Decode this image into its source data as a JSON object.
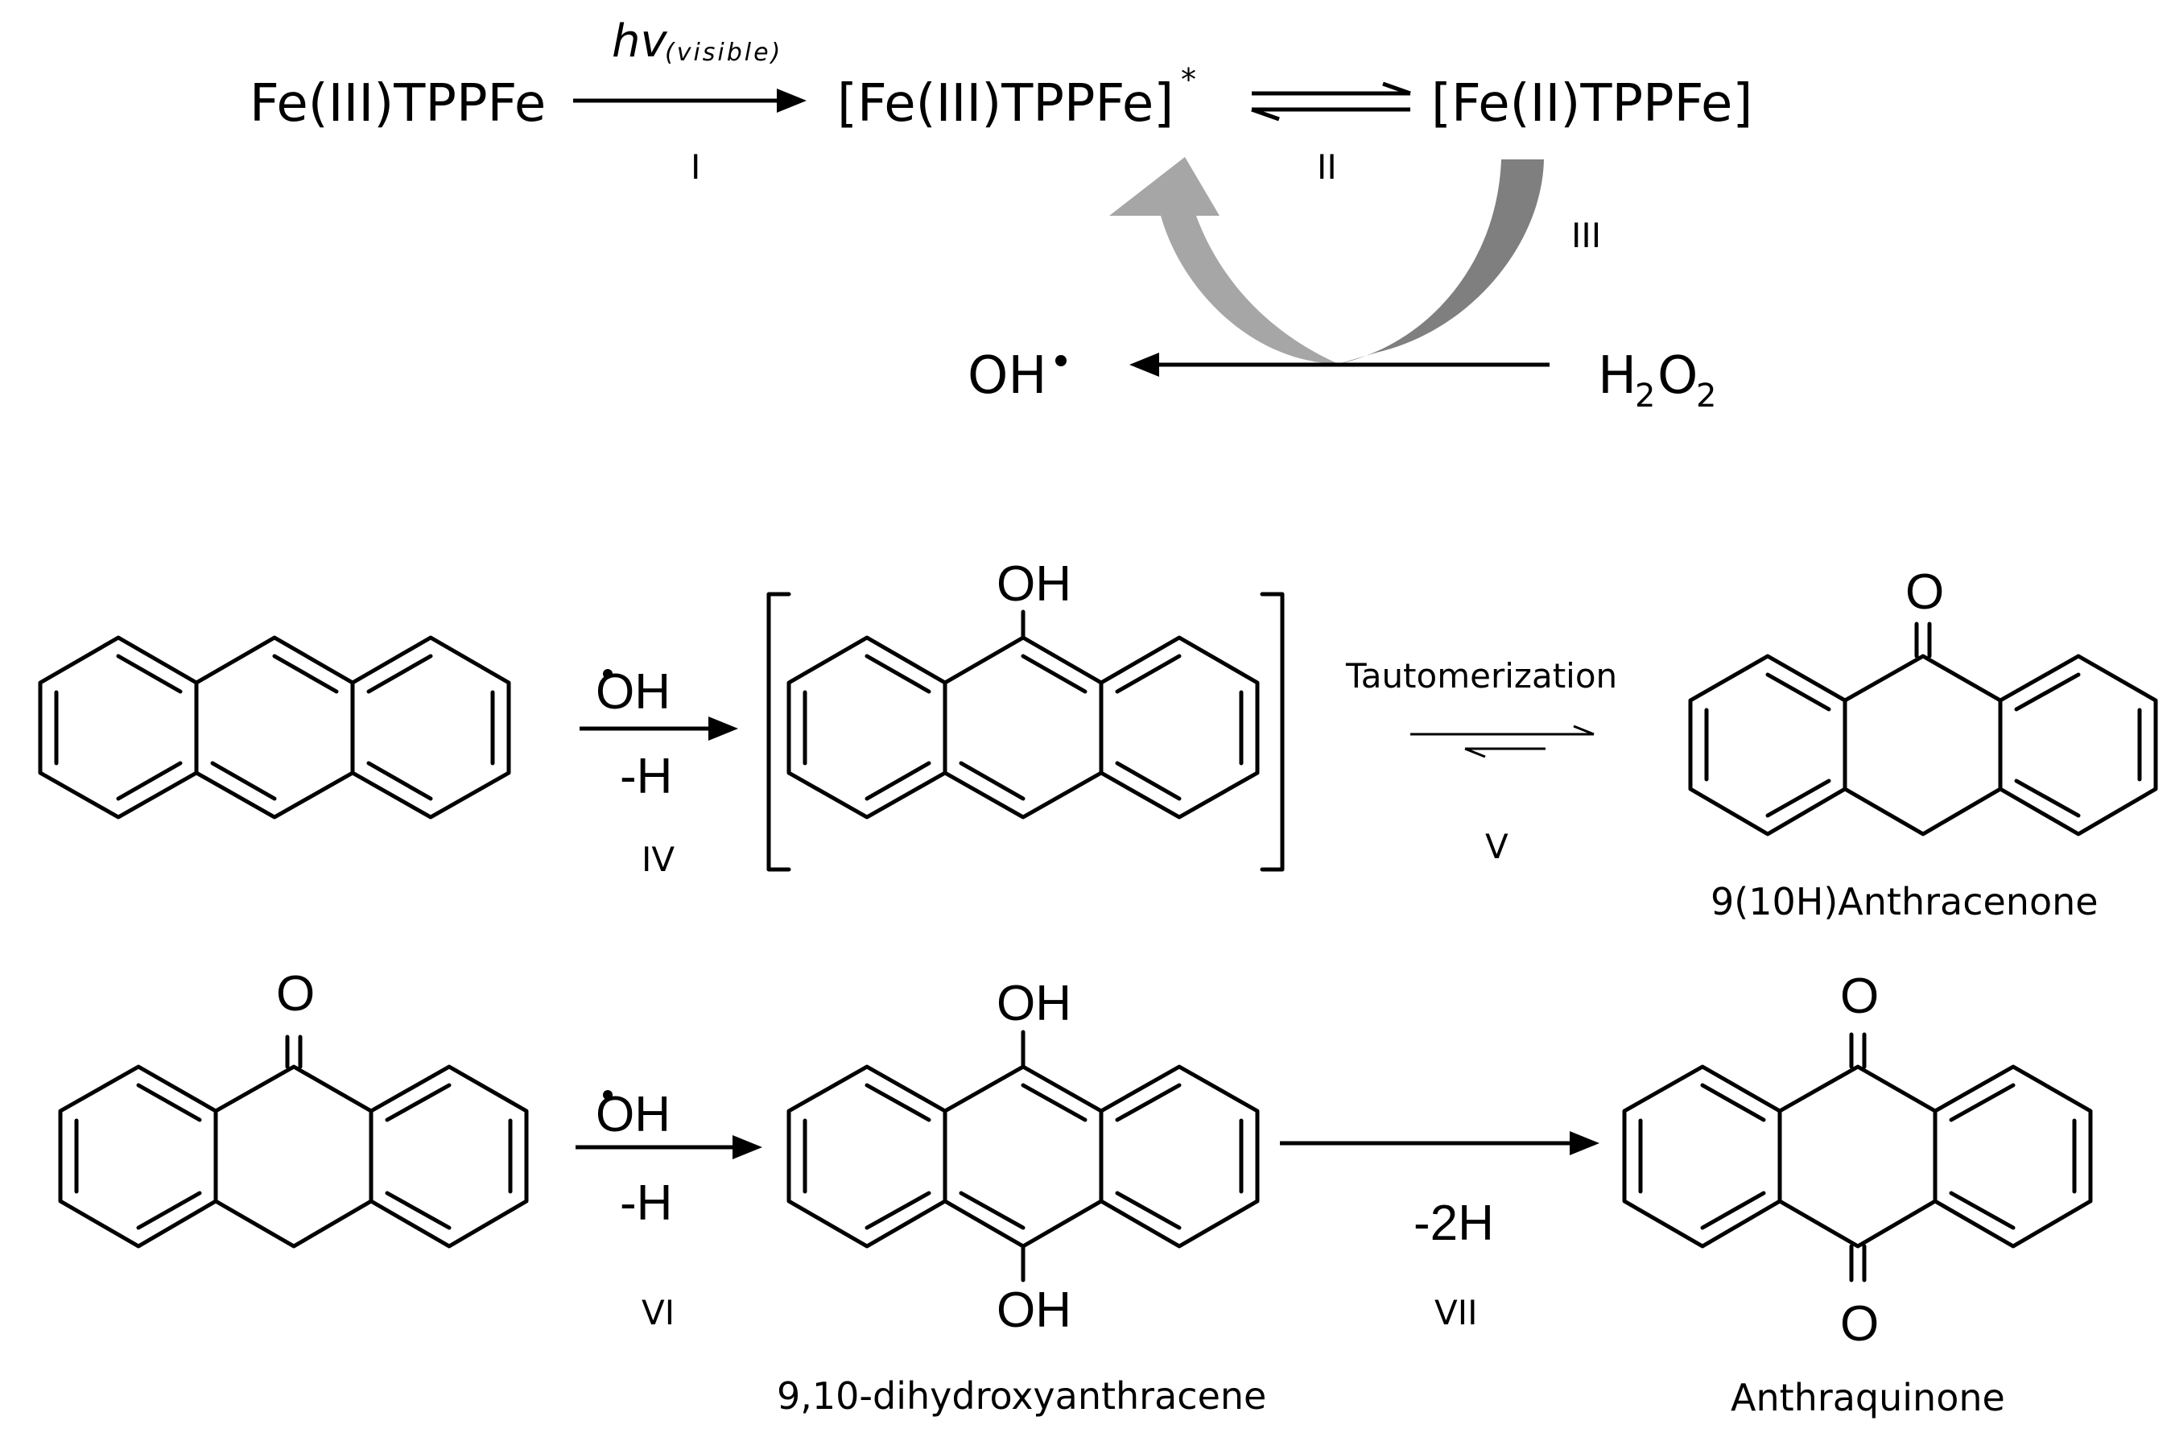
{
  "scheme": {
    "step1": {
      "reactant": "Fe(III)TPPFe",
      "energy_symbol": "hv",
      "energy_subscript": "(visible)",
      "excited_state": "[Fe(III)TPPFe]",
      "excited_mark": "*",
      "reduced": "[Fe(II)TPPFe]",
      "label_I": "I",
      "label_II": "II",
      "label_III": "III",
      "radical_product": "OH",
      "peroxide_H": "H",
      "peroxide_sub2a": "2",
      "peroxide_O": "O",
      "peroxide_sub2b": "2"
    },
    "step2": {
      "reagent": "OH",
      "minus_h": "-H",
      "label_IV": "IV",
      "intermediate_oh": "OH",
      "tautomerization": "Tautomerization",
      "label_V": "V",
      "product_o": "O",
      "product_name": "9(10H)Anthracenone"
    },
    "step3": {
      "reactant_o": "O",
      "reagent": "OH",
      "minus_h": "-H",
      "label_VI": "VI",
      "dihydroxy_oh_top": "OH",
      "dihydroxy_oh_bottom": "OH",
      "dihydroxy_name": "9,10-dihydroxyanthracene",
      "minus_2h": "-2H",
      "label_VII": "VII",
      "quinone_o_top": "O",
      "quinone_o_bottom": "O",
      "quinone_name": "Anthraquinone"
    }
  },
  "colors": {
    "ink": "#000000",
    "cycle_arrow_light": "#a6a6a6",
    "cycle_arrow_dark": "#7f7f7f",
    "background": "#ffffff"
  }
}
